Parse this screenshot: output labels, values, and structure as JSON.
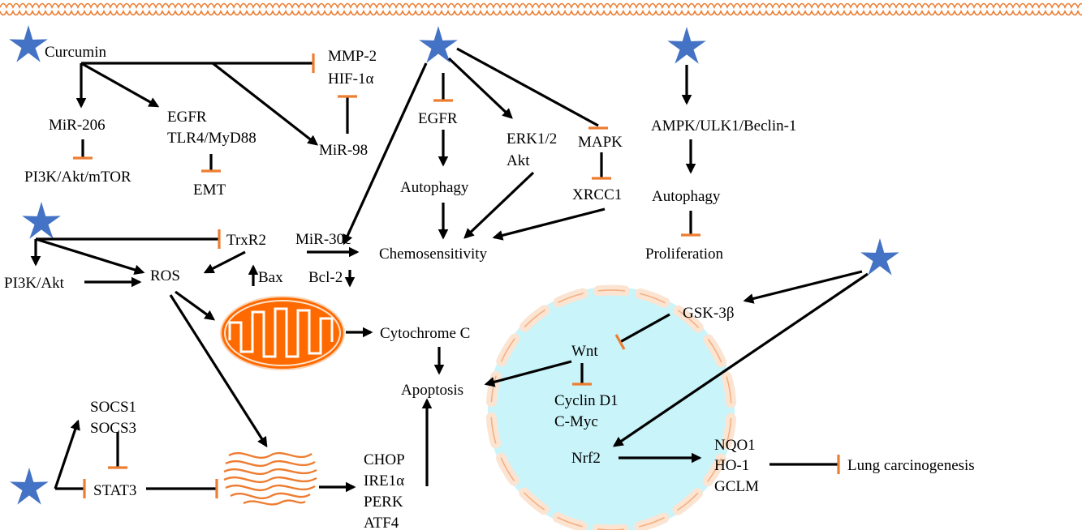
{
  "colors": {
    "star": "#4472C4",
    "inhibition_bar": "#ED7D31",
    "mitochondrion": "#FF6A00",
    "nucleus_fill": "#C9F4FA",
    "membrane": "#ED7D31",
    "line": "#000000"
  },
  "icons": {
    "star": "star-icon",
    "mitochondrion": "mitochondrion-icon",
    "endoplasmic_reticulum": "endoplasmic-reticulum-icon",
    "nucleus": "nucleus-icon",
    "cell_membrane": "cell-membrane-icon"
  },
  "labels": {
    "curcumin": "Curcumin",
    "mmp2": "MMP-2",
    "hif1a": "HIF-1α",
    "mir206": "MiR-206",
    "egfr1": "EGFR",
    "tlr4": "TLR4/MyD88",
    "mir98": "MiR-98",
    "pi3k_mtor": "PI3K/Akt/mTOR",
    "emt": "EMT",
    "egfr2": "EGFR",
    "erk12": "ERK1/2",
    "akt": "Akt",
    "mapk": "MAPK",
    "autophagy1": "Autophagy",
    "xrcc1": "XRCC1",
    "mir30c": "MiR-30c",
    "chemosensitivity": "Chemosensitivity",
    "ampk": "AMPK/ULK1/Beclin-1",
    "autophagy2": "Autophagy",
    "proliferation": "Proliferation",
    "trxr2": "TrxR2",
    "pi3k_akt": "PI3K/Akt",
    "ros": "ROS",
    "bax": "Bax",
    "bcl2": "Bcl-2",
    "cytochrome_c": "Cytochrome C",
    "apoptosis": "Apoptosis",
    "gsk3b": "GSK-3β",
    "wnt": "Wnt",
    "cyclin_d1": "Cyclin D1",
    "c_myc": "C-Myc",
    "nrf2": "Nrf2",
    "nqo1": "NQO1",
    "ho1": "HO-1",
    "gclm": "GCLM",
    "lung_carcinogenesis": "Lung carcinogenesis",
    "socs1": "SOCS1",
    "socs3": "SOCS3",
    "stat3": "STAT3",
    "chop": "CHOP",
    "ire1a": "IRE1α",
    "perk": "PERK",
    "atf4": "ATF4"
  }
}
